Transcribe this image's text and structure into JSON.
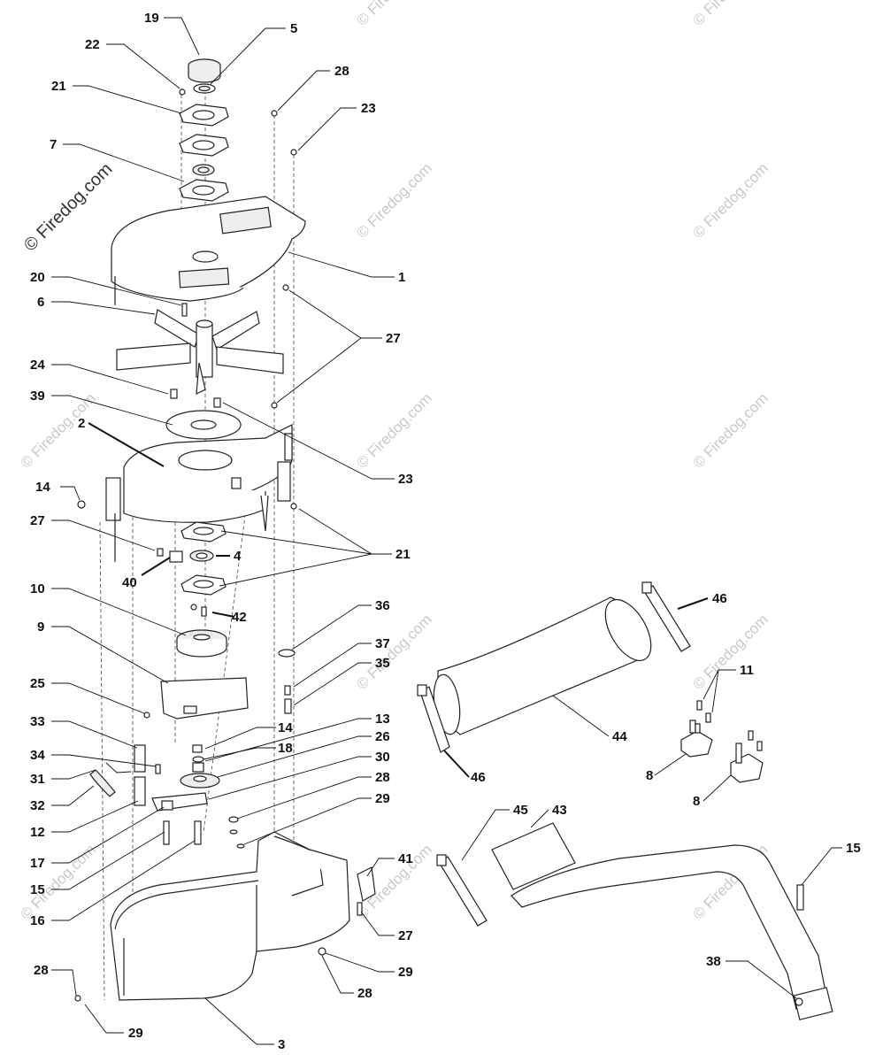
{
  "watermark": {
    "main": "© Firedog.com",
    "tile": "© Firedog.com"
  },
  "callouts": [
    {
      "id": "c19",
      "text": "19"
    },
    {
      "id": "c5",
      "text": "5"
    },
    {
      "id": "c22",
      "text": "22"
    },
    {
      "id": "c28a",
      "text": "28"
    },
    {
      "id": "c21a",
      "text": "21"
    },
    {
      "id": "c23a",
      "text": "23"
    },
    {
      "id": "c7",
      "text": "7"
    },
    {
      "id": "c1",
      "text": "1"
    },
    {
      "id": "c20",
      "text": "20"
    },
    {
      "id": "c6",
      "text": "6"
    },
    {
      "id": "c27a",
      "text": "27"
    },
    {
      "id": "c24",
      "text": "24"
    },
    {
      "id": "c39",
      "text": "39"
    },
    {
      "id": "c2",
      "text": "2"
    },
    {
      "id": "c23b",
      "text": "23"
    },
    {
      "id": "c14a",
      "text": "14"
    },
    {
      "id": "c27b",
      "text": "27"
    },
    {
      "id": "c21b",
      "text": "21"
    },
    {
      "id": "c4",
      "text": "4"
    },
    {
      "id": "c40",
      "text": "40"
    },
    {
      "id": "c10",
      "text": "10"
    },
    {
      "id": "c42",
      "text": "42"
    },
    {
      "id": "c36",
      "text": "36"
    },
    {
      "id": "c46a",
      "text": "46"
    },
    {
      "id": "c9",
      "text": "9"
    },
    {
      "id": "c37",
      "text": "37"
    },
    {
      "id": "c35",
      "text": "35"
    },
    {
      "id": "c25",
      "text": "25"
    },
    {
      "id": "c11",
      "text": "11"
    },
    {
      "id": "c44",
      "text": "44"
    },
    {
      "id": "c33",
      "text": "33"
    },
    {
      "id": "c14b",
      "text": "14"
    },
    {
      "id": "c13",
      "text": "13"
    },
    {
      "id": "c18",
      "text": "18"
    },
    {
      "id": "c26",
      "text": "26"
    },
    {
      "id": "c34",
      "text": "34"
    },
    {
      "id": "c30",
      "text": "30"
    },
    {
      "id": "c31",
      "text": "31"
    },
    {
      "id": "c46b",
      "text": "46"
    },
    {
      "id": "c8a",
      "text": "8"
    },
    {
      "id": "c28b",
      "text": "28"
    },
    {
      "id": "c32",
      "text": "32"
    },
    {
      "id": "c8b",
      "text": "8"
    },
    {
      "id": "c29a",
      "text": "29"
    },
    {
      "id": "c12",
      "text": "12"
    },
    {
      "id": "c45",
      "text": "45"
    },
    {
      "id": "c43",
      "text": "43"
    },
    {
      "id": "c15a",
      "text": "15"
    },
    {
      "id": "c17",
      "text": "17"
    },
    {
      "id": "c41",
      "text": "41"
    },
    {
      "id": "c15b",
      "text": "15"
    },
    {
      "id": "c16",
      "text": "16"
    },
    {
      "id": "c27c",
      "text": "27"
    },
    {
      "id": "c28c",
      "text": "28"
    },
    {
      "id": "c29b",
      "text": "29"
    },
    {
      "id": "c38",
      "text": "38"
    },
    {
      "id": "c28d",
      "text": "28"
    },
    {
      "id": "c29c",
      "text": "29"
    },
    {
      "id": "c3",
      "text": "3"
    }
  ]
}
